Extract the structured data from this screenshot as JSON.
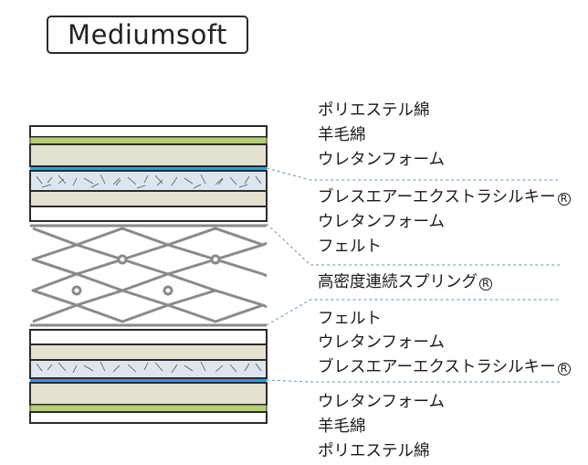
{
  "header": {
    "title": "Mediumsoft"
  },
  "layers_top": [
    {
      "label": "ポリエステル綿"
    },
    {
      "label": "羊毛綿"
    },
    {
      "label": "ウレタンフォーム"
    }
  ],
  "layers_mid_top": [
    {
      "label": "ブレスエアーエクストラシルキー",
      "reg": "R"
    },
    {
      "label": "ウレタンフォーム"
    },
    {
      "label": "フェルト"
    }
  ],
  "spring": {
    "label": "高密度連続スプリング",
    "reg": "R"
  },
  "layers_mid_bottom": [
    {
      "label": "フェルト"
    },
    {
      "label": "ウレタンフォーム"
    },
    {
      "label": "ブレスエアーエクストラシルキー",
      "reg": "R"
    }
  ],
  "layers_bottom": [
    {
      "label": "ウレタンフォーム"
    },
    {
      "label": "羊毛綿"
    },
    {
      "label": "ポリエステル綿"
    }
  ],
  "colors": {
    "outline": "#2b2b2b",
    "cream": "#e4e2cf",
    "green": "#b5cf72",
    "blue": "#2a9fd6",
    "silky": "#dde6ee",
    "spring": "#8a8a8a",
    "leader": "#6a8fb0"
  }
}
